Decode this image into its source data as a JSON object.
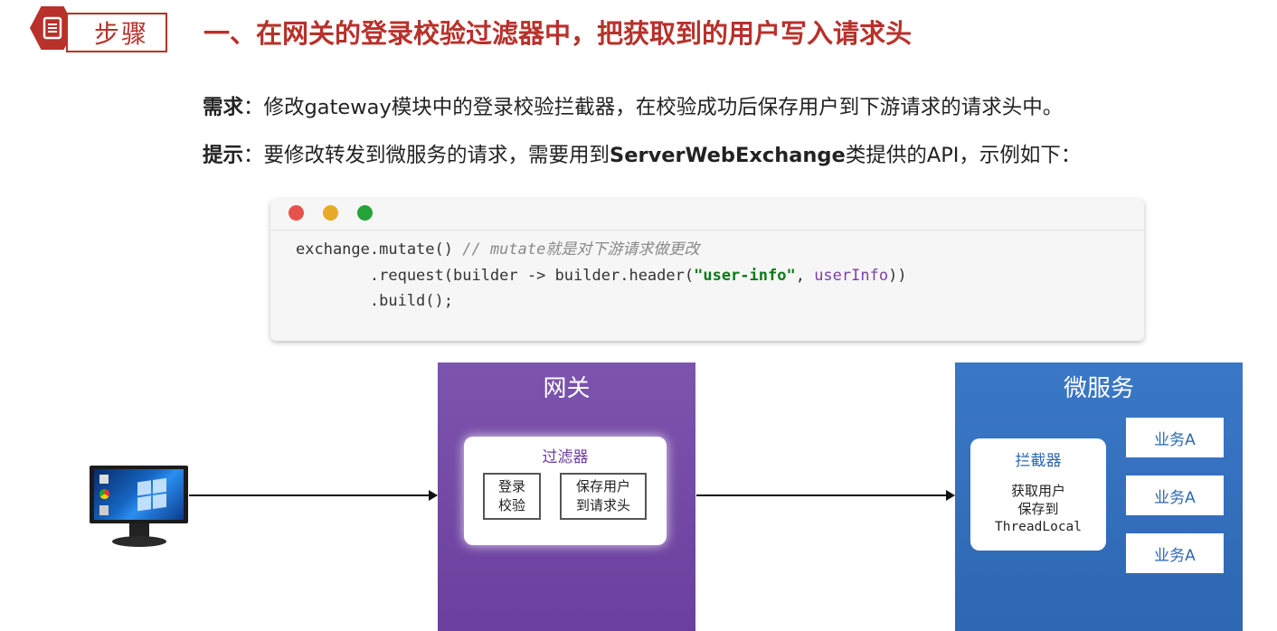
{
  "header": {
    "step_label": "步骤",
    "title": "一、在网关的登录校验过滤器中，把获取到的用户写入请求头"
  },
  "requirement": {
    "label": "需求",
    "text": "：修改gateway模块中的登录校验拦截器，在校验成功后保存用户到下游请求的请求头中。"
  },
  "tip": {
    "label": "提示",
    "text_before": "：要修改转发到微服务的请求，需要用到",
    "highlight": "ServerWebExchange",
    "text_after": "类提供的API，示例如下："
  },
  "code": {
    "line1": "exchange.mutate() ",
    "line1_comment": "// mutate就是对下游请求做更改",
    "line2_prefix": "        .request(builder -> builder.header(",
    "line2_string": "\"user-info\"",
    "line2_sep": ", ",
    "line2_var": "userInfo",
    "line2_suffix": "))",
    "line3": "        .build();"
  },
  "diagram": {
    "gateway": {
      "title": "网关",
      "filter_title": "过滤器",
      "box_a": [
        "登录",
        "校验"
      ],
      "box_b": [
        "保存用户",
        "到请求头"
      ]
    },
    "microservice": {
      "title": "微服务",
      "interceptor_title": "拦截器",
      "interceptor_lines": [
        "获取用户",
        "保存到",
        "ThreadLocal"
      ],
      "business": [
        "业务A",
        "业务A",
        "业务A"
      ]
    }
  },
  "colors": {
    "brand_red": "#b8312b",
    "gateway_purple": "#6b3f9e",
    "service_blue": "#2e67b3"
  }
}
